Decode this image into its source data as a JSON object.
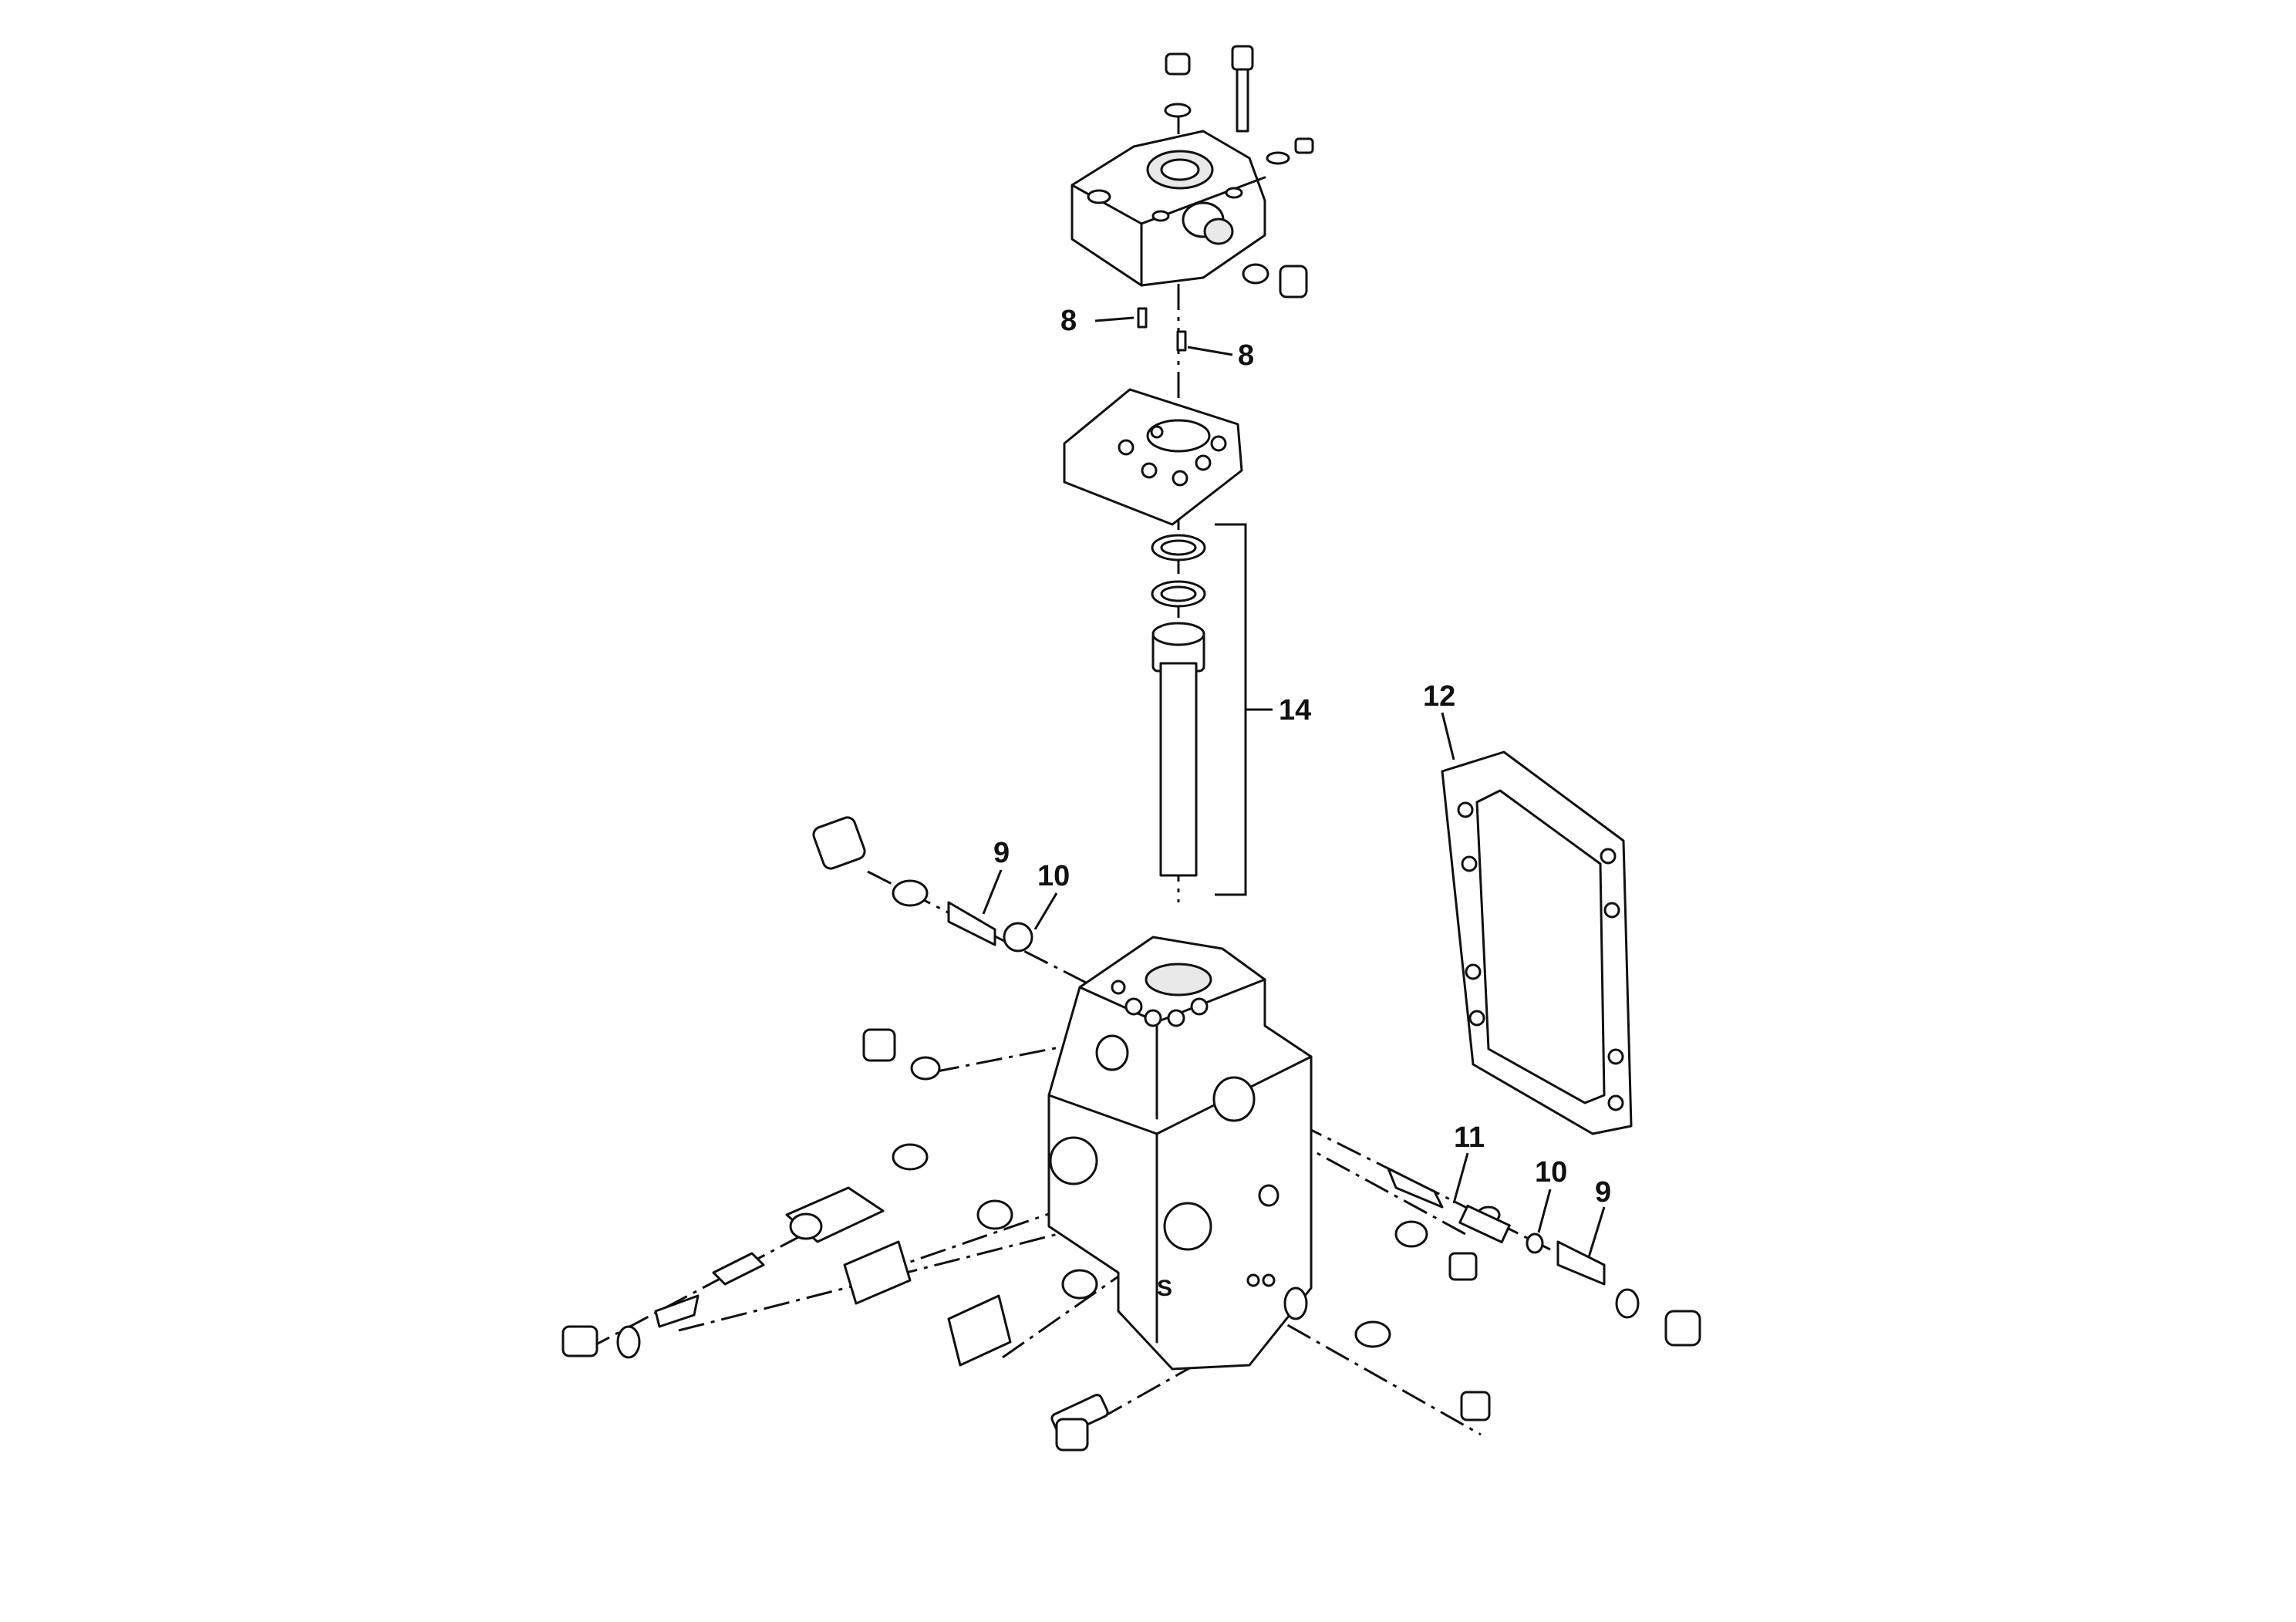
{
  "diagram": {
    "callouts": {
      "c8a": "8",
      "c8b": "8",
      "c14": "14",
      "c12": "12",
      "c9a": "9",
      "c10a": "10",
      "c11": "11",
      "c10b": "10",
      "c9b": "9"
    }
  }
}
